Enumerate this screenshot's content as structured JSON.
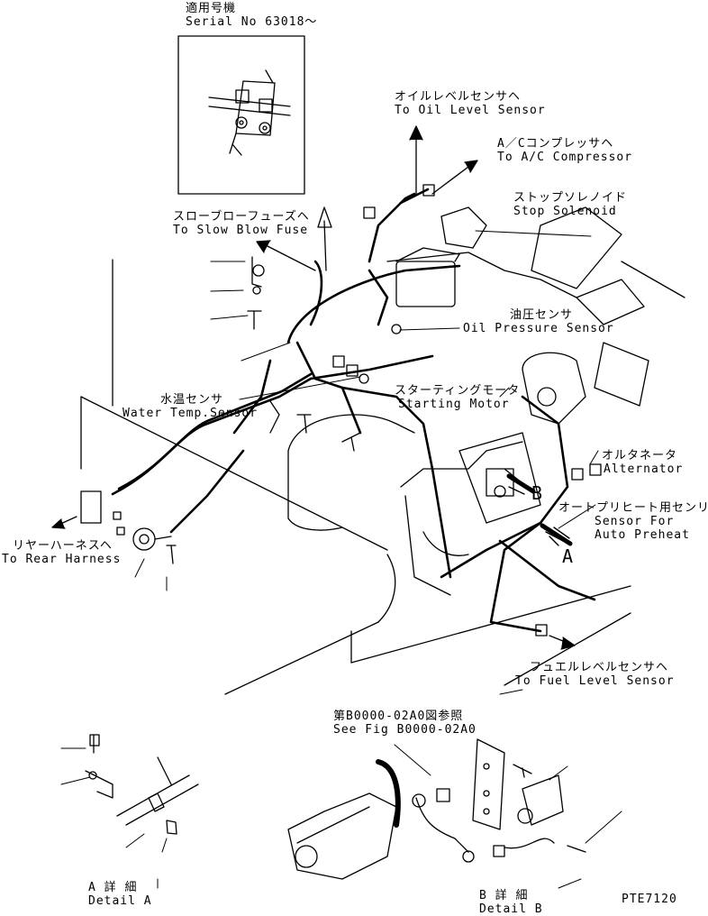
{
  "labels": {
    "serial_jp": "適用号機",
    "serial_en": "Serial No 63018～",
    "oil_level_jp": "オイルレベルセンサヘ",
    "oil_level_en": "To Oil Level Sensor",
    "ac_comp_jp": "A／Cコンプレッサヘ",
    "ac_comp_en": "To A/C Compressor",
    "stop_sol_jp": "ストップソレノイド",
    "stop_sol_en": "Stop Solenoid",
    "slow_blow_jp": "スローブローフューズヘ",
    "slow_blow_en": "To Slow Blow Fuse",
    "oil_press_jp": "油圧センサ",
    "oil_press_en": "Oil Pressure Sensor",
    "water_temp_jp": "水温センサ",
    "water_temp_en": "Water Temp.Sensor",
    "starting_jp": "スターティングモータ",
    "starting_en": "Starting Motor",
    "alternator_jp": "オルタネータ",
    "alternator_en": "Alternator",
    "preheat_jp": "オートプリヒート用センリ",
    "preheat_en1": "Sensor For",
    "preheat_en2": "Auto Preheat",
    "rear_jp": "リヤーハーネスヘ",
    "rear_en": "To Rear Harness",
    "fuel_jp": "フュエルレベルセンサヘ",
    "fuel_en": "To Fuel Level Sensor",
    "fig_jp": "第B0000-02A0図参照",
    "fig_en": "See Fig B0000-02A0",
    "detail_a_jp": "A 詳 細",
    "detail_a_en": "Detail A",
    "detail_b_jp": "B 詳 細",
    "detail_b_en": "Detail B",
    "mark_a": "A",
    "mark_b": "B",
    "drawing_no": "PTE7120"
  }
}
